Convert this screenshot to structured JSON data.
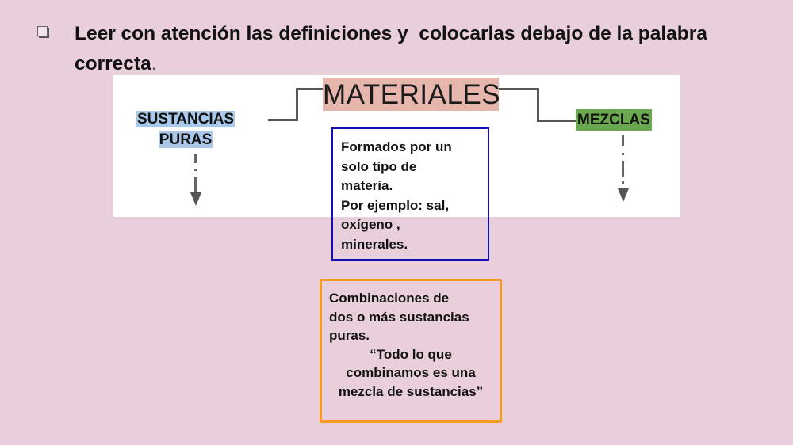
{
  "instruction": {
    "bullet_icon": "checkbox-bullet-icon",
    "text": "Leer con atención las definiciones y  colocarlas debajo de la palabra correcta",
    "trailing": "."
  },
  "diagram": {
    "root": "MATERIALES",
    "left_node": {
      "line1": "SUSTANCIAS",
      "line2": "PURAS"
    },
    "right_node": "MEZCLAS",
    "colors": {
      "root_bg": "#e6b5ab",
      "left_bg": "#a9c8ea",
      "right_bg": "#6aa84f"
    }
  },
  "definitions": [
    {
      "border_color": "#1010bb",
      "lines": [
        "Formados por un",
        "solo tipo de",
        "materia.",
        "Por ejemplo: sal,",
        "oxígeno ,",
        "minerales."
      ]
    },
    {
      "border_color": "#f59a23",
      "lines": [
        "Combinaciones de",
        "dos o más sustancias",
        "puras."
      ],
      "quote_lines": [
        "“Todo lo que",
        "combinamos es una",
        "mezcla de sustancias”"
      ]
    }
  ]
}
